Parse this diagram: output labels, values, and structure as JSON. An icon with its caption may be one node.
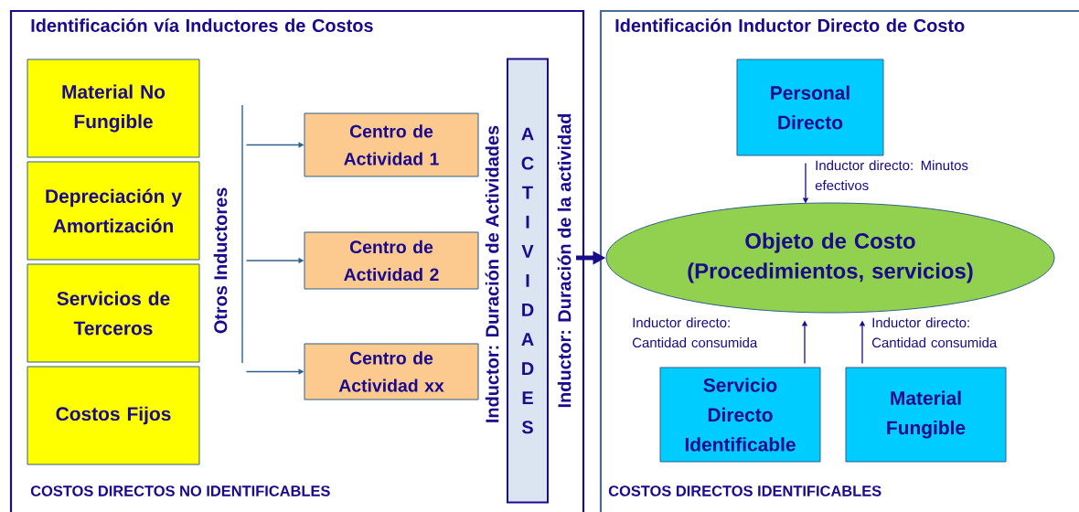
{
  "diagram": {
    "nodes": [
      {
        "text": [
          "Identificación vía Inductores de Costos",
          "COSTOS DIRECTOS NO IDENTIFICABLES"
        ]
      },
      {
        "text": [
          "Material No Fungible"
        ],
        "in": 0
      },
      {
        "text": [
          "Depreciación y Amortización"
        ],
        "in": 0
      },
      {
        "text": [
          "Servicios de Terceros"
        ],
        "in": 0
      },
      {
        "text": [
          "Costos Fijos"
        ],
        "in": 0
      },
      {
        "text": [
          "Otros Inductores"
        ],
        "in": 0
      },
      {
        "text": [
          "Centro de Actividad 1"
        ],
        "in": 0
      },
      {
        "text": [
          "Centro de Actividad 2"
        ],
        "in": 0
      },
      {
        "text": [
          "Centro de Actividad xx"
        ],
        "in": 0
      },
      {
        "text": [
          "A C T I V I D A D E S"
        ],
        "beside": [
          "Inductor: Duración de Actividades",
          "Inductor: Duración de la actividad"
        ],
        "in": 0
      },
      {
        "text": [
          "Identificación Inductor Directo de Costo",
          "COSTOS DIRECTOS IDENTIFICABLES"
        ]
      },
      {
        "text": [
          "Personal Directo"
        ],
        "in": 10
      },
      {
        "text": [
          "Objeto de Costo (Procedimientos, servicios)"
        ],
        "in": 10
      },
      {
        "text": [
          "Servicio Directo Identificable"
        ],
        "in": 10
      },
      {
        "text": [
          "Material Fungible"
        ],
        "in": 10
      }
    ],
    "edges": [
      {
        "from": 5,
        "to": 6,
        "arrow": "to"
      },
      {
        "from": 5,
        "to": 7,
        "arrow": "to"
      },
      {
        "from": 5,
        "to": 8,
        "arrow": "to"
      },
      {
        "from": 9,
        "to": 12,
        "arrow": "to",
        "style": "thick"
      },
      {
        "from": 11,
        "to": 12,
        "arrow": "to",
        "label": "Inductor directo: Minutos efectivos"
      },
      {
        "from": 13,
        "to": 12,
        "arrow": "to",
        "label": "Inductor directo: Cantidad consumida"
      },
      {
        "from": 14,
        "to": 12,
        "arrow": "to",
        "label": "Inductor directo: Cantidad consumida"
      }
    ]
  }
}
